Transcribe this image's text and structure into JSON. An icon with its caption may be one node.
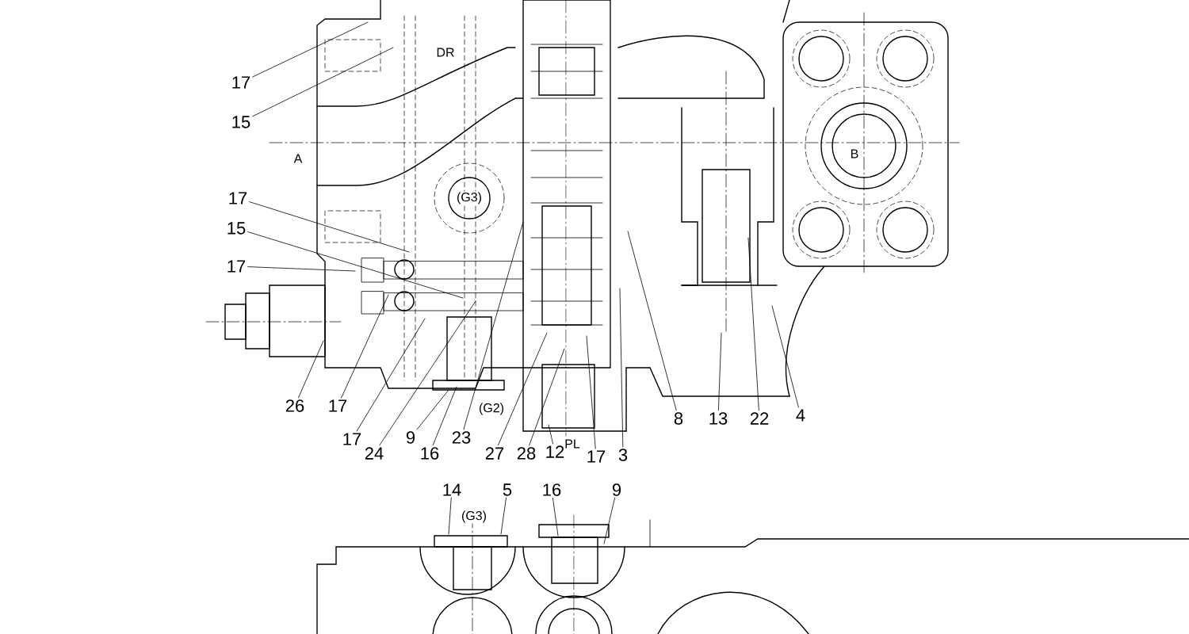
{
  "diagram": {
    "nodes": [
      {
        "text": [
          "17"
        ]
      },
      {
        "text": [
          "15"
        ]
      },
      {
        "text": [
          "17"
        ]
      },
      {
        "text": [
          "15"
        ]
      },
      {
        "text": [
          "17"
        ]
      },
      {
        "text": [
          "26"
        ]
      },
      {
        "text": [
          "17"
        ]
      },
      {
        "text": [
          "17"
        ]
      },
      {
        "text": [
          "24"
        ]
      },
      {
        "text": [
          "9"
        ]
      },
      {
        "text": [
          "16"
        ]
      },
      {
        "text": [
          "23"
        ]
      },
      {
        "text": [
          "27"
        ]
      },
      {
        "text": [
          "28"
        ]
      },
      {
        "text": [
          "12"
        ]
      },
      {
        "text": [
          "17"
        ]
      },
      {
        "text": [
          "3"
        ]
      },
      {
        "text": [
          "8"
        ]
      },
      {
        "text": [
          "13"
        ]
      },
      {
        "text": [
          "22"
        ]
      },
      {
        "text": [
          "4"
        ]
      },
      {
        "text": [
          "14"
        ]
      },
      {
        "text": [
          "5"
        ]
      },
      {
        "text": [
          "16"
        ]
      },
      {
        "text": [
          "9"
        ]
      }
    ],
    "edges": [
      {
        "from": 0,
        "to": null,
        "arrow": "none"
      },
      {
        "from": 1,
        "to": null,
        "arrow": "none"
      },
      {
        "from": 2,
        "to": null,
        "arrow": "none"
      },
      {
        "from": 3,
        "to": null,
        "arrow": "none"
      },
      {
        "from": 4,
        "to": null,
        "arrow": "none"
      },
      {
        "from": 5,
        "to": null,
        "arrow": "none"
      },
      {
        "from": 6,
        "to": null,
        "arrow": "none"
      },
      {
        "from": 7,
        "to": null,
        "arrow": "none"
      },
      {
        "from": 8,
        "to": null,
        "arrow": "none"
      },
      {
        "from": 9,
        "to": null,
        "arrow": "none"
      },
      {
        "from": 10,
        "to": null,
        "arrow": "none"
      },
      {
        "from": 11,
        "to": null,
        "arrow": "none"
      },
      {
        "from": 12,
        "to": null,
        "arrow": "none"
      },
      {
        "from": 13,
        "to": null,
        "arrow": "none"
      },
      {
        "from": 14,
        "to": null,
        "arrow": "none"
      },
      {
        "from": 15,
        "to": null,
        "arrow": "none"
      },
      {
        "from": 16,
        "to": null,
        "arrow": "none"
      },
      {
        "from": 17,
        "to": null,
        "arrow": "none"
      },
      {
        "from": 18,
        "to": null,
        "arrow": "none"
      },
      {
        "from": 19,
        "to": null,
        "arrow": "none"
      },
      {
        "from": 20,
        "to": null,
        "arrow": "none"
      },
      {
        "from": 21,
        "to": null,
        "arrow": "none"
      },
      {
        "from": 22,
        "to": null,
        "arrow": "none"
      },
      {
        "from": 23,
        "to": null,
        "arrow": "none"
      },
      {
        "from": 24,
        "to": null,
        "arrow": "none"
      }
    ],
    "labels": [
      "DR",
      "A",
      "B",
      "(G3)",
      "(G2)",
      "PL",
      "(G3)"
    ]
  }
}
